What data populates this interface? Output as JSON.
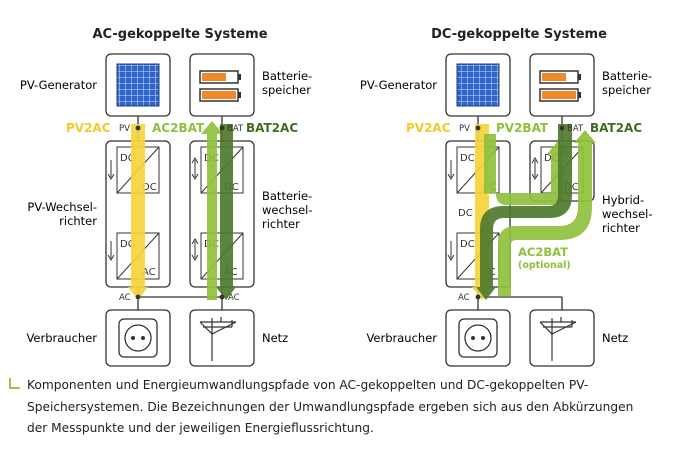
{
  "colors": {
    "pv2ac": "#f5d43a",
    "ac2bat": "#8fc03c",
    "bat2ac": "#4f7a2c",
    "pv2bat": "#8fc03c",
    "frame": "#333333",
    "accent": "#9ec44b",
    "battery": "#ef8a2a",
    "solar": "#2f64c8"
  },
  "ac": {
    "title": "AC-gekoppelte Systeme",
    "pv_generator": "PV-Generator",
    "battery_storage": [
      "Batterie-",
      "speicher"
    ],
    "inverter": [
      "PV-Wechsel-",
      "richter"
    ],
    "battery_inverter": [
      "Batterie-",
      "wechsel-",
      "richter"
    ],
    "consumer": "Verbraucher",
    "grid": "Netz",
    "path_pv2ac": "PV2AC",
    "path_ac2bat": "AC2BAT",
    "path_bat2ac": "BAT2AC",
    "pt_pv": "PV",
    "pt_bat": "BAT",
    "pt_ac_left": "AC",
    "pt_ac_right": "AC",
    "dc1": "DC",
    "dc2": "DC",
    "ac1": "AC",
    "dc3": "DC",
    "dc4": "DC",
    "dc5": "DC",
    "dc6": "DC",
    "ac2": "AC"
  },
  "dc": {
    "title": "DC-gekoppelte Systeme",
    "pv_generator": "PV-Generator",
    "battery_storage": [
      "Batterie-",
      "speicher"
    ],
    "hybrid_inverter": [
      "Hybrid-",
      "wechsel-",
      "richter"
    ],
    "consumer": "Verbraucher",
    "grid": "Netz",
    "path_pv2ac": "PV2AC",
    "path_pv2bat": "PV2BAT",
    "path_bat2ac": "BAT2AC",
    "path_ac2bat": "AC2BAT",
    "optional": "(optional)",
    "pt_pv": "PV",
    "pt_bat": "BAT",
    "pt_ac": "AC",
    "dc1": "DC",
    "dc2": "DC",
    "dcm": "DC",
    "dc3": "DC",
    "ac1": "AC",
    "dc4": "DC",
    "dc5": "DC"
  },
  "caption": "Komponenten und Energieumwandlungspfade von AC-gekoppelten und DC-gekoppelten PV-Speichersystemen. Die Bezeichnungen der Umwandlungspfade ergeben sich aus den Abkürzungen der Messpunkte und der jeweiligen Energieflussrichtung."
}
